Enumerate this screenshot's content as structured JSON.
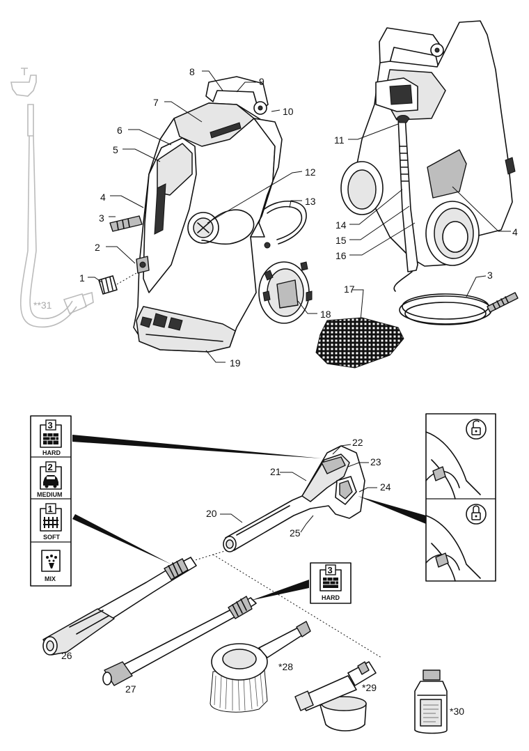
{
  "labels": {
    "l1": "1",
    "l2": "2",
    "l3a": "3",
    "l3b": "3",
    "l4a": "4",
    "l4b": "4",
    "l5": "5",
    "l6": "6",
    "l7": "7",
    "l8": "8",
    "l9": "9",
    "l10": "10",
    "l11": "11",
    "l12": "12",
    "l13": "13",
    "l14": "14",
    "l15": "15",
    "l16": "16",
    "l17": "17",
    "l18": "18",
    "l19": "19",
    "l20": "20",
    "l21": "21",
    "l22": "22",
    "l23": "23",
    "l24": "24",
    "l25": "25",
    "l26": "26",
    "l27": "27",
    "l28": "*28",
    "l29": "*29",
    "l30": "*30",
    "l31": "**31"
  },
  "modes": {
    "hard": {
      "num": "3",
      "text": "HARD"
    },
    "medium": {
      "num": "2",
      "text": "MEDIUM"
    },
    "soft": {
      "num": "1",
      "text": "SOFT"
    },
    "mix": {
      "text": "MIX"
    },
    "hard_lance": {
      "num": "3",
      "text": "HARD"
    }
  },
  "icons": {
    "lock_open": "unlocked-padlock-icon",
    "lock_closed": "locked-padlock-icon",
    "brick_wall": "brick-wall-icon",
    "car": "car-icon",
    "fence": "fence-icon",
    "detergent": "detergent-spray-icon"
  }
}
